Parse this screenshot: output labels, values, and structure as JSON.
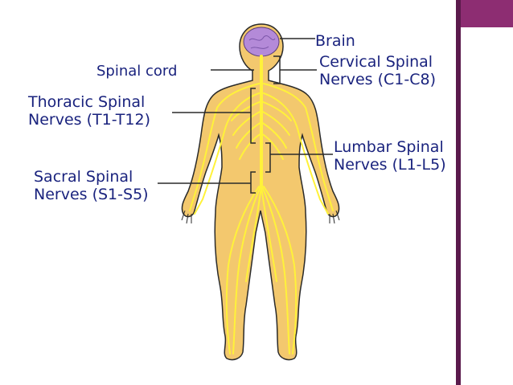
{
  "labels": {
    "brain": "Brain",
    "spinal_cord": "Spinal cord",
    "cervical_line1": "Cervical Spinal",
    "cervical_line2": "Nerves (C1-C8)",
    "thoracic_line1": "Thoracic Spinal",
    "thoracic_line2": "Nerves (T1-T12)",
    "lumbar_line1": "Lumbar Spinal",
    "lumbar_line2": "Nerves (L1-L5)",
    "sacral_line1": "Sacral Spinal",
    "sacral_line2": "Nerves (S1-S5)"
  },
  "colors": {
    "body_fill": "#f3c86e",
    "body_outline": "#2a2a2a",
    "nerve": "#fff23a",
    "brain": "#b48ad8",
    "label_text": "#1a237e",
    "accent_bar": "#8d2d72",
    "accent_edge": "#5b1a4c"
  }
}
